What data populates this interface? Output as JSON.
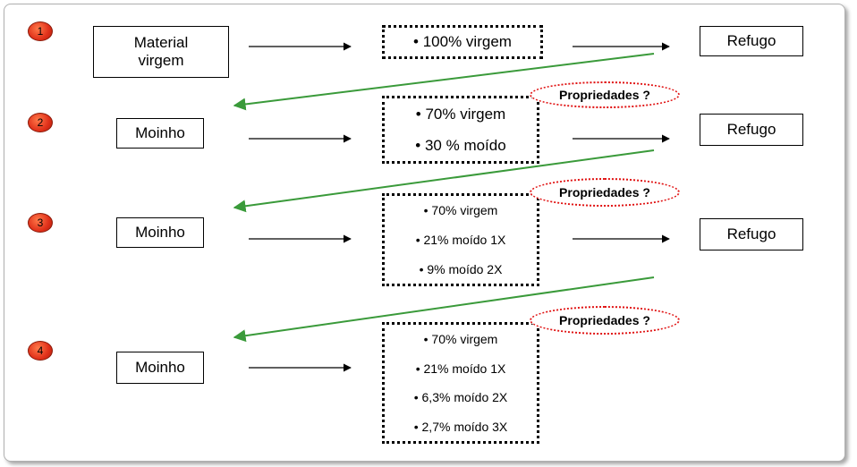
{
  "steps": [
    "1",
    "2",
    "3",
    "4"
  ],
  "sources": [
    "Material\nvirgem",
    "Moinho",
    "Moinho",
    "Moinho"
  ],
  "mixtures": [
    [
      "• 100% virgem"
    ],
    [
      "• 70% virgem",
      "• 30 % moído"
    ],
    [
      "• 70% virgem",
      "• 21% moído 1X",
      "• 9% moído 2X"
    ],
    [
      "• 70% virgem",
      "• 21% moído 1X",
      "• 6,3% moído 2X",
      "• 2,7% moído 3X"
    ]
  ],
  "outputs": [
    "Refugo",
    "Refugo",
    "Refugo"
  ],
  "property_question": "Propriedades  ?",
  "colors": {
    "badge": "#e0301a",
    "recycle_arrow": "#3a9a3a",
    "question_outline": "#e01010"
  }
}
